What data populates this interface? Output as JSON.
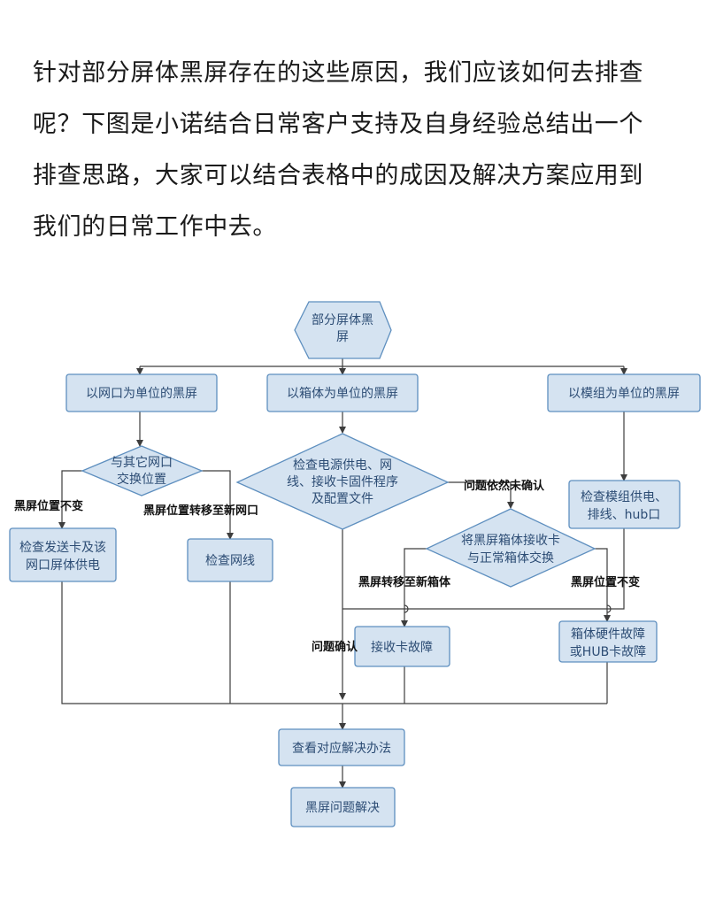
{
  "intro": {
    "lines": [
      "针对部分屏体黑屏存在的这些原因，我们应该如何去排查",
      "呢？下图是小诺结合日常客户支持及自身经验总结出一个",
      "排查思路，大家可以结合表格中的成因及解决方案应用到",
      "我们的日常工作中去。"
    ]
  },
  "flowchart": {
    "colors": {
      "node_fill": "#d5e3f1",
      "node_border": "#5e8fbf",
      "node_text": "#2c4c74",
      "line": "#3d3d3d"
    },
    "start": [
      "部分屏体黑",
      "屏"
    ],
    "port_blackout": "以网口为单位的黑屏",
    "cabinet_blackout": "以箱体为单位的黑屏",
    "module_blackout": "以模组为单位的黑屏",
    "swap_port": [
      "与其它网口",
      "交换位置"
    ],
    "check_power_cabinet": [
      "检查电源供电、网",
      "线、接收卡固件程序",
      "及配置文件"
    ],
    "check_module": [
      "检查模组供电、",
      "排线、hub口"
    ],
    "check_sender": [
      "检查发送卡及该",
      "网口屏体供电"
    ],
    "check_cable": "检查网线",
    "swap_cabinet": [
      "将黑屏箱体接收卡",
      "与正常箱体交换"
    ],
    "receiver_fault": "接收卡故障",
    "hardware_fault": [
      "箱体硬件故障",
      "或HUB卡故障"
    ],
    "find_solution": "查看对应解决办法",
    "resolved": "黑屏问题解决",
    "labels": {
      "position_unchanged_left": "黑屏位置不变",
      "moved_to_new_port": "黑屏位置转移至新网口",
      "still_unconfirmed": "问题依然未确认",
      "moved_to_new_cabinet": "黑屏转移至新箱体",
      "position_unchanged_right": "黑屏位置不变",
      "confirmed": "问题确认"
    }
  }
}
